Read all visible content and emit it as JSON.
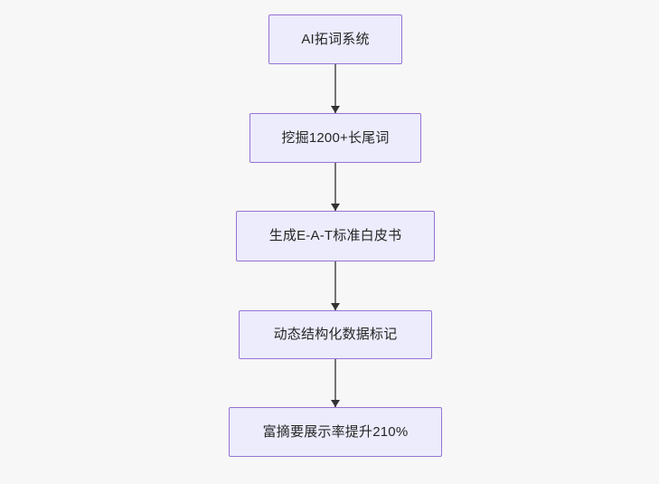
{
  "diagram": {
    "type": "flowchart",
    "direction": "top-to-bottom",
    "background_color": "#f7f7f7",
    "node_fill_color": "#ececfd",
    "node_border_color": "#9673d3",
    "node_text_color": "#262626",
    "edge_color": "#757575",
    "arrowhead_color": "#333333",
    "nodes": [
      {
        "id": "n0",
        "label": "AI拓词系统"
      },
      {
        "id": "n1",
        "label": "挖掘1200+长尾词"
      },
      {
        "id": "n2",
        "label": "生成E-A-T标准白皮书"
      },
      {
        "id": "n3",
        "label": "动态结构化数据标记"
      },
      {
        "id": "n4",
        "label": "富摘要展示率提升210%"
      }
    ],
    "edges": [
      {
        "id": "e0",
        "from": "n0",
        "to": "n1",
        "label": ""
      },
      {
        "id": "e1",
        "from": "n1",
        "to": "n2",
        "label": ""
      },
      {
        "id": "e2",
        "from": "n2",
        "to": "n3",
        "label": ""
      },
      {
        "id": "e3",
        "from": "n3",
        "to": "n4",
        "label": ""
      }
    ]
  }
}
